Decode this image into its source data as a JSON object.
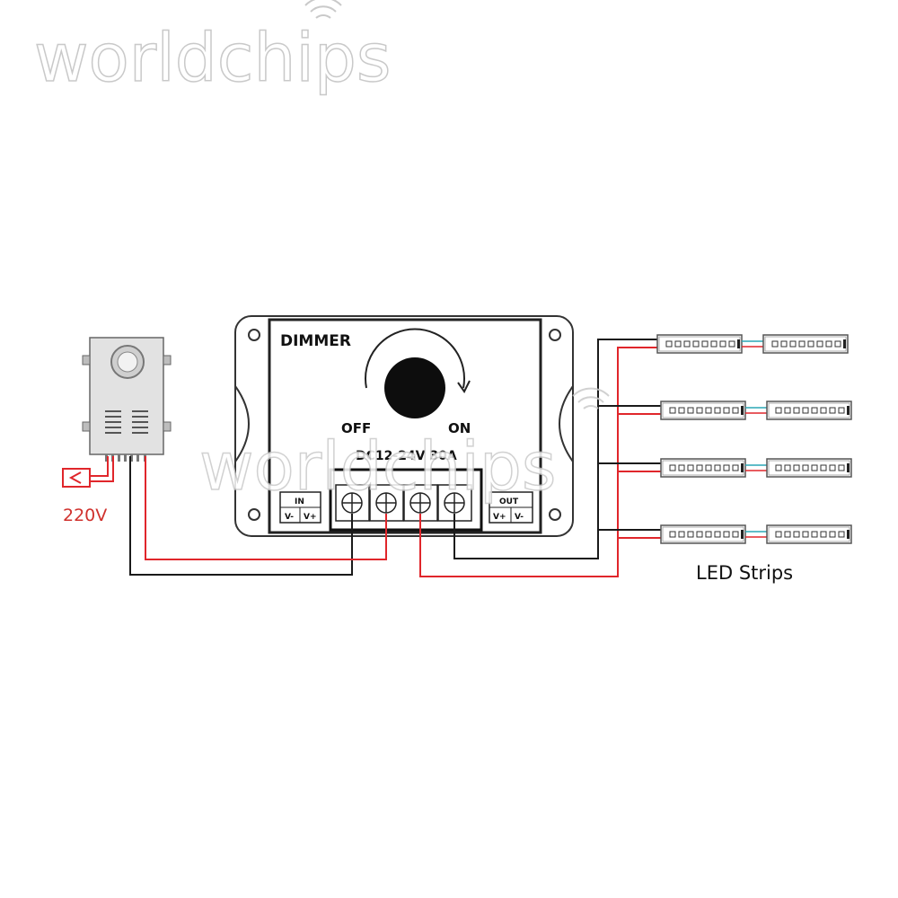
{
  "watermark": {
    "text": "worldchips"
  },
  "dimmer": {
    "title": "DIMMER",
    "off_label": "OFF",
    "on_label": "ON",
    "rating": "DC12-24V 30A",
    "in_label": "IN",
    "in_minus": "V-",
    "in_plus": "V+",
    "out_label": "OUT",
    "out_plus": "V+",
    "out_minus": "V-"
  },
  "power_supply": {
    "voltage_label": "220V"
  },
  "led": {
    "label": "LED Strips",
    "rows": 4,
    "segments_per_row": 2
  },
  "colors": {
    "positive_wire": "#e0262b",
    "negative_wire": "#1a1a1a",
    "voltage_text": "#d0312d",
    "signal_link": "#2aa7b5"
  }
}
